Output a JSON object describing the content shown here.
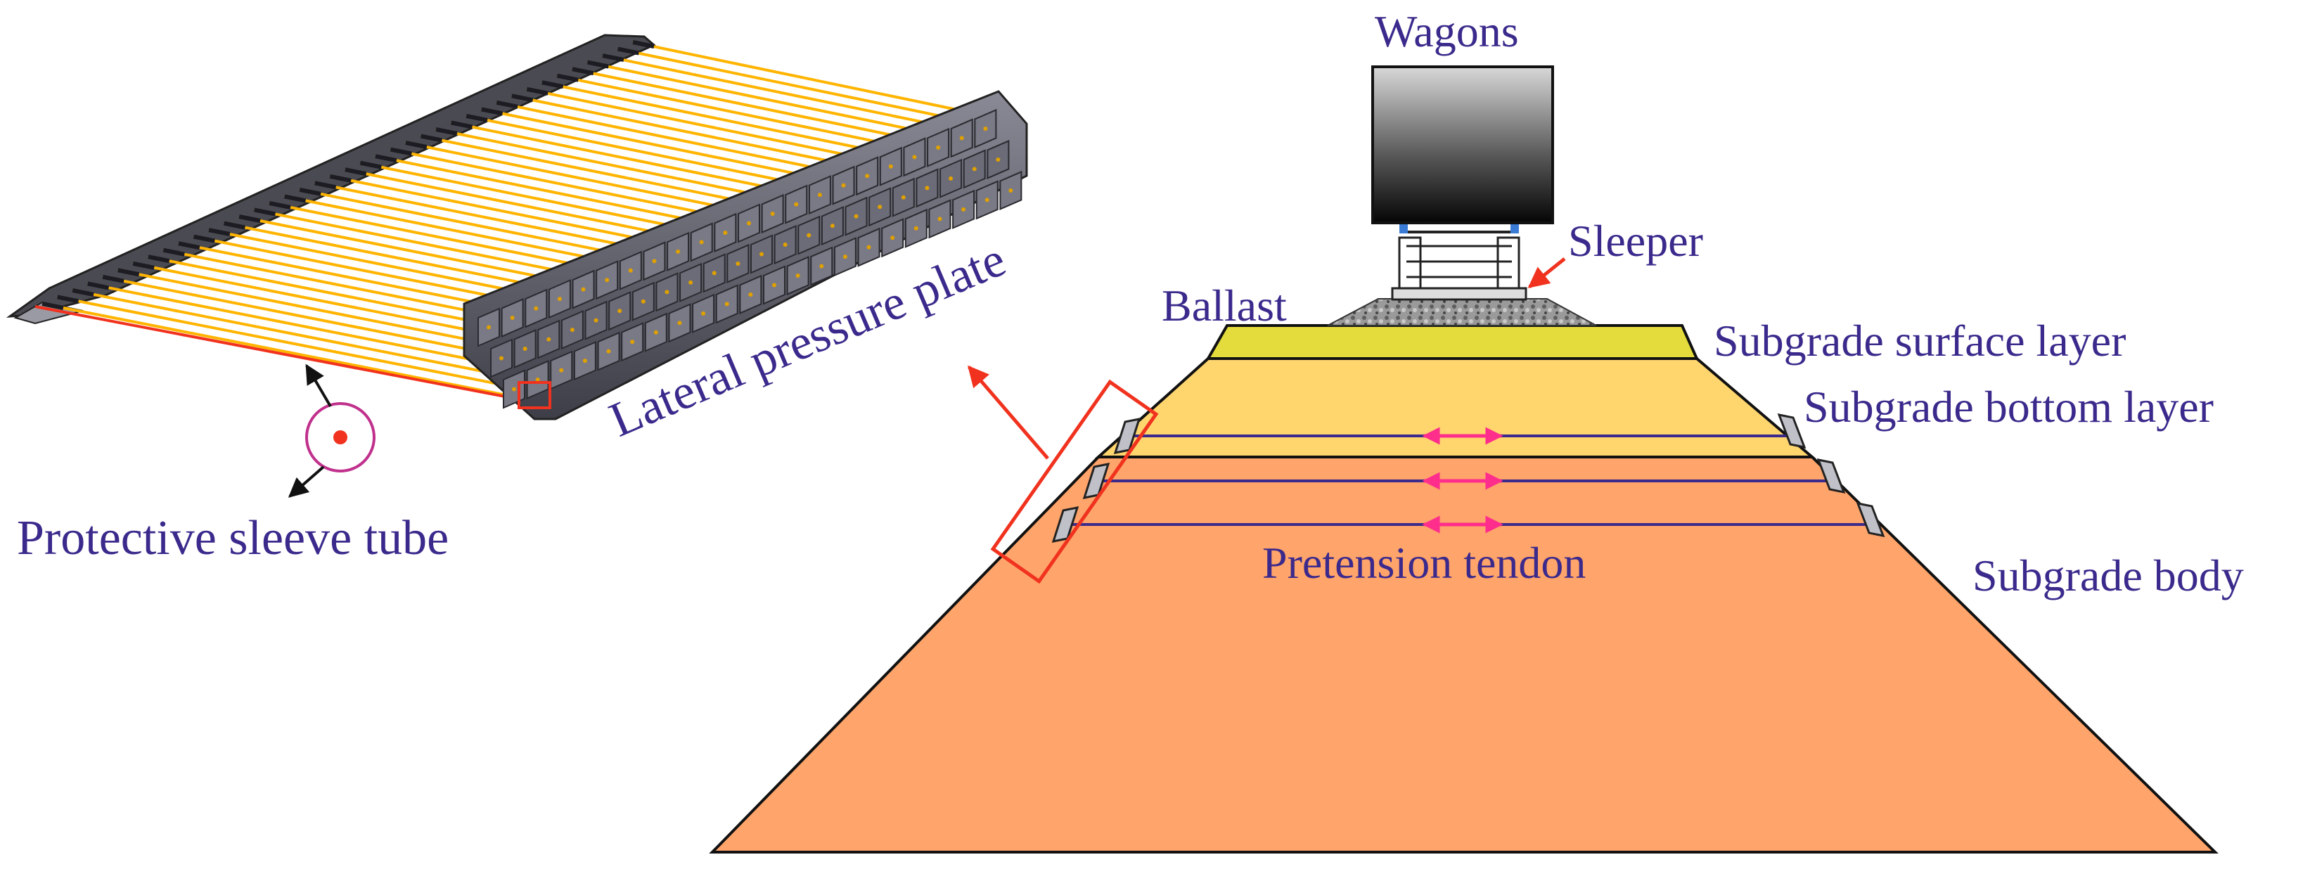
{
  "labels": {
    "wagons": "Wagons",
    "sleeper": "Sleeper",
    "ballast": "Ballast",
    "subgrade_surface_layer": "Subgrade surface layer",
    "subgrade_bottom_layer": "Subgrade bottom layer",
    "subgrade_body": "Subgrade body",
    "pretension_tendon": "Pretension tendon",
    "lateral_pressure_plate": "Lateral pressure plate",
    "protective_sleeve_tube": "Protective sleeve tube"
  },
  "colors": {
    "label_text": "#3b2a8c",
    "surface_layer": "#e3dc3c",
    "bottom_layer": "#ffd56e",
    "subgrade_body": "#ffa46a",
    "tendon_line": "#3b2a8c",
    "tendon_arrow": "#ff2e8c",
    "callout_red": "#f0321e",
    "tendon_yellow": "#ffb400",
    "plate_dark": "#5a5a66",
    "sleeve_circle": "#c0308c"
  },
  "icons": {
    "wagon": "wagon-icon",
    "track": "track-icon",
    "ballast": "ballast-icon"
  }
}
